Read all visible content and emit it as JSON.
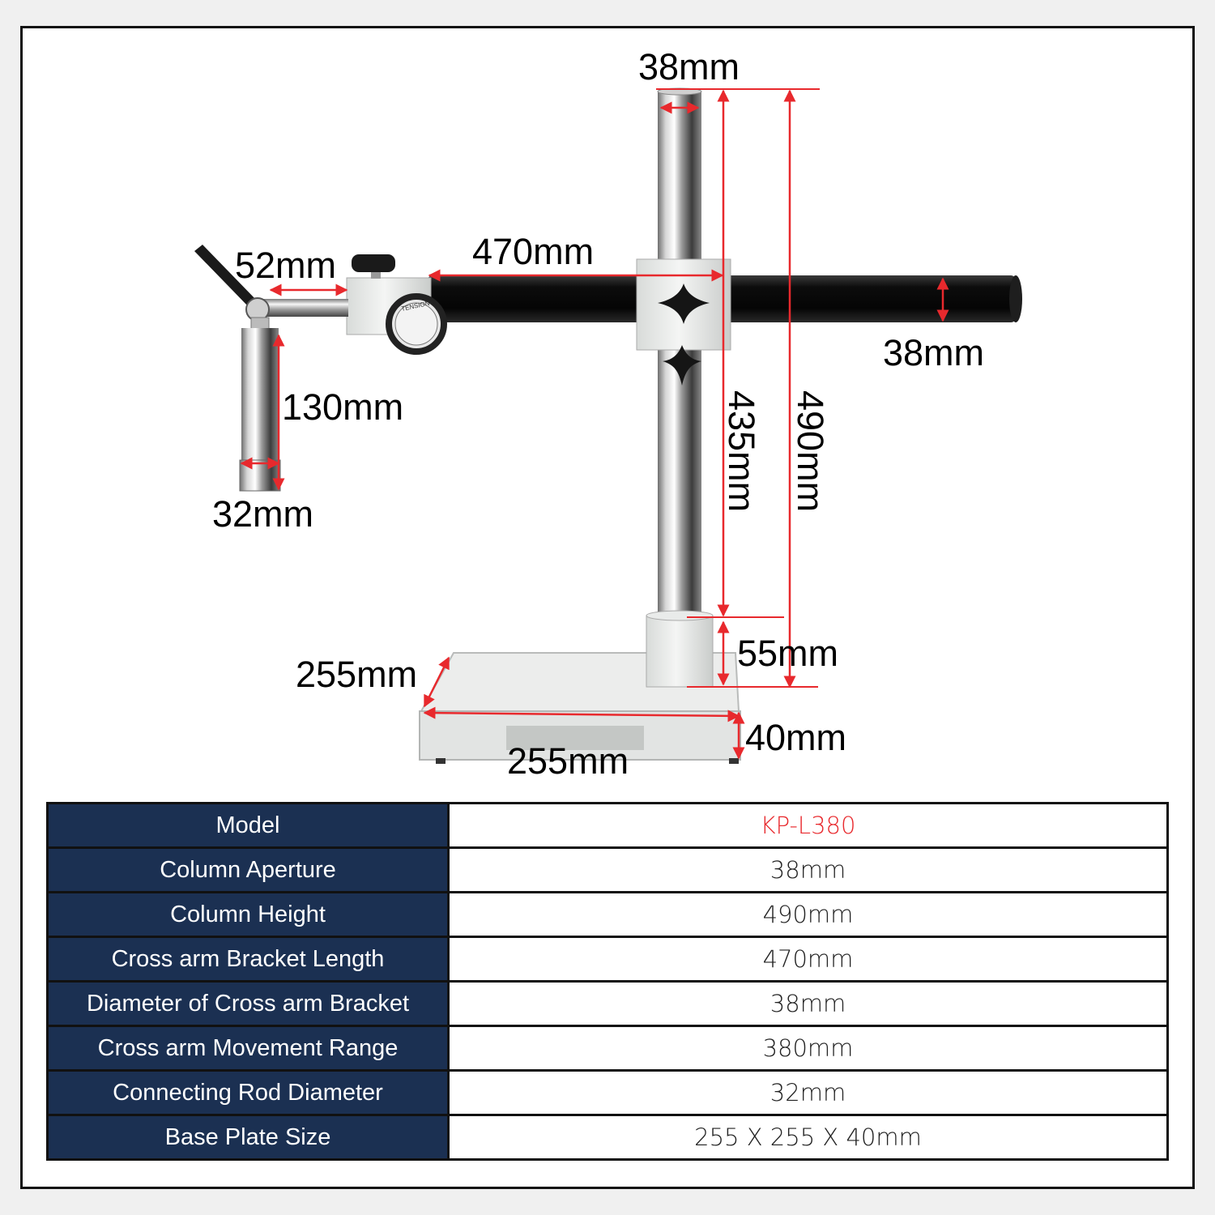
{
  "dimensions": {
    "column_aperture_top": "38mm",
    "cross_arm_length": "470mm",
    "holder_offset": "52mm",
    "cross_arm_diameter": "38mm",
    "rod_length": "130mm",
    "rod_diameter": "32mm",
    "column_upper_height": "435mm",
    "column_total_height": "490mm",
    "column_sleeve_height": "55mm",
    "base_depth": "255mm",
    "base_width": "255mm",
    "base_thickness": "40mm",
    "knob_text": "TENSION"
  },
  "colors": {
    "dimension_line": "#e8292d",
    "table_header_bg": "#1b3052",
    "model_text": "#e8292d"
  },
  "spec_table": [
    {
      "label": "Model",
      "value": "KP-L380"
    },
    {
      "label": "Column Aperture",
      "value": "38mm"
    },
    {
      "label": "Column Height",
      "value": "490mm"
    },
    {
      "label": "Cross arm Bracket Length",
      "value": "470mm"
    },
    {
      "label": "Diameter of Cross arm Bracket",
      "value": "38mm"
    },
    {
      "label": "Cross arm Movement Range",
      "value": "380mm"
    },
    {
      "label": "Connecting Rod Diameter",
      "value": "32mm"
    },
    {
      "label": "Base Plate Size",
      "value": "255 X 255 X 40mm"
    }
  ]
}
